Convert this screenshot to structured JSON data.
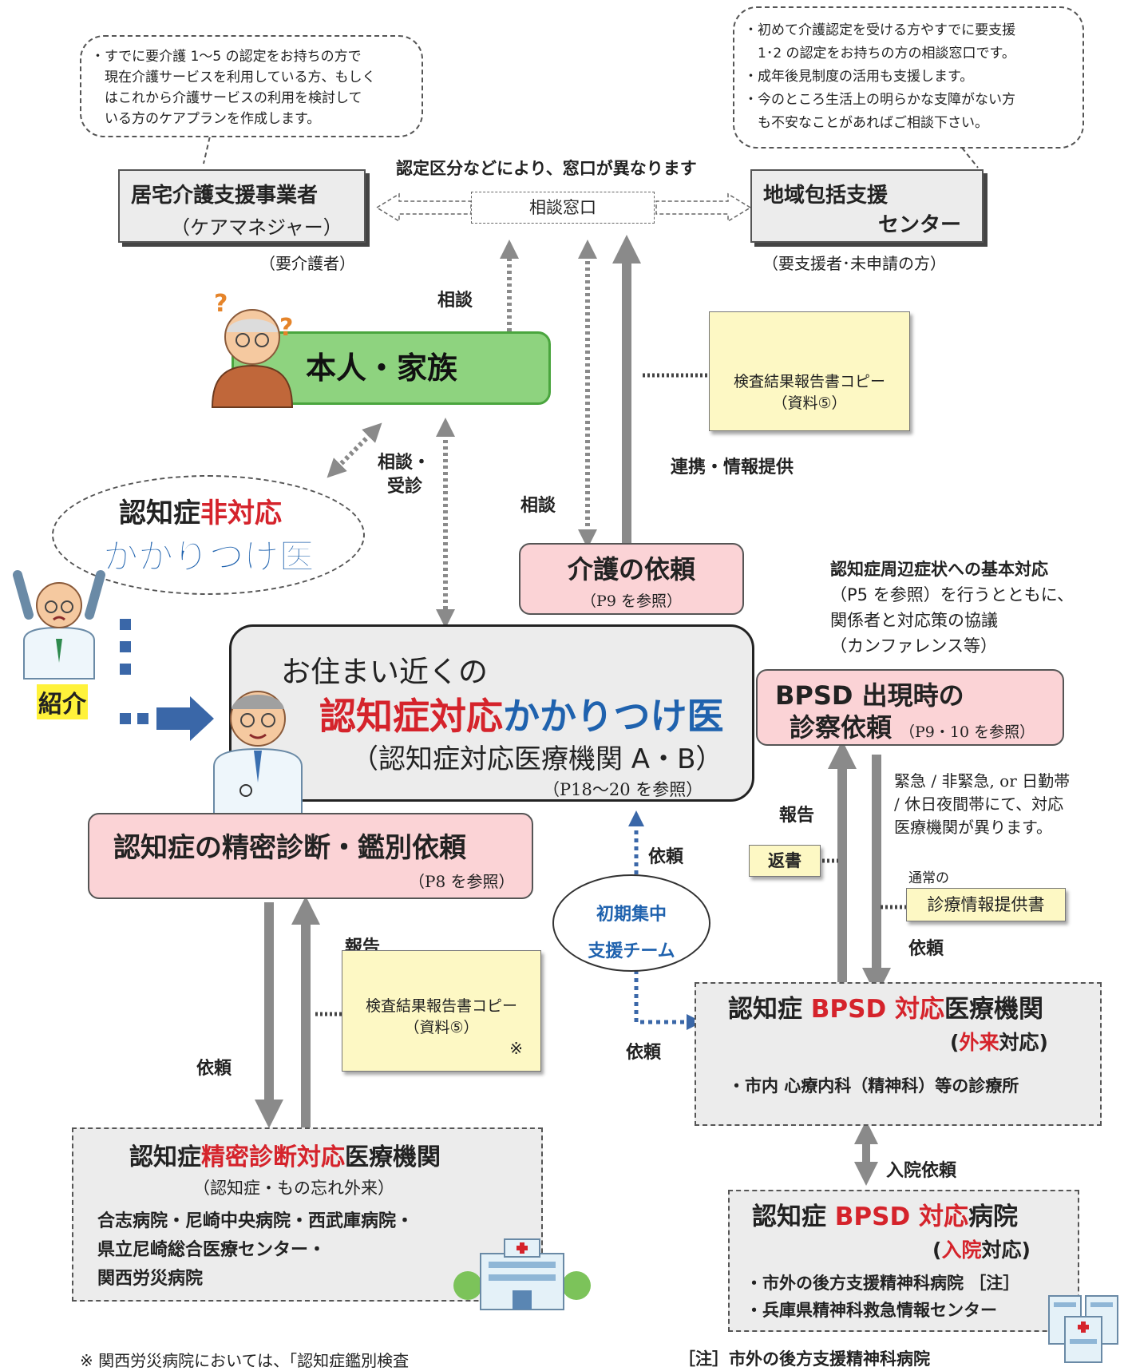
{
  "bubble_left": {
    "lines": [
      "・すでに要介護 1～5 の認定をお持ちの方で",
      "　現在介護サービスを利用している方、もしく",
      "　はこれから介護サービスの利用を検討して",
      "　いる方のケアプランを作成します。"
    ]
  },
  "bubble_right": {
    "lines": [
      "・初めて介護認定を受ける方やすでに要支援",
      "　1･2 の認定をお持ちの方の相談窓口です。",
      "・成年後見制度の活用も支援します。",
      "・今のところ生活上の明らかな支障がない方",
      "　も不安なことがあればご相談下さい。"
    ]
  },
  "care_office": {
    "title": "居宅介護支援事業者",
    "sub": "（ケアマネジャー）",
    "caption": "（要介護者）"
  },
  "consult_window": {
    "note": "認定区分などにより、窓口が異なります",
    "label": "相談窓口"
  },
  "comm_center": {
    "title_line1": "地域包括支援",
    "title_line2": "センター",
    "caption": "（要支援者･未申請の方）"
  },
  "family": {
    "label": "本人・家族",
    "consult": "相談"
  },
  "report_copy_top": {
    "line1": "検査結果報告書コピー",
    "line2": "（資料⑤）"
  },
  "cooperate": "連携・情報提供",
  "consult_mid": "相談",
  "consult_visit": {
    "line1": "相談・",
    "line2": "受診"
  },
  "non_doctor": {
    "line1_a": "認知症",
    "line1_b": "非対応",
    "line2": "かかりつけ医"
  },
  "referral": "紹介",
  "care_request": {
    "title": "介護の依頼",
    "ref": "（P9 を参照）"
  },
  "bpsd_basic": {
    "line1": "認知症周辺症状への基本対応",
    "line2": "（P5 を参照）を行うとともに、",
    "line3": "関係者と対応策の協議",
    "line4": "（カンファレンス等）"
  },
  "main_doctor": {
    "line1": "お住まい近くの",
    "line2_a": "認知症対応",
    "line2_b": "かかりつけ医",
    "line3": "（認知症対応医療機関 A・B）",
    "ref": "（P18～20 を参照）"
  },
  "bpsd_request": {
    "line1": "BPSD 出現時の",
    "line2": "診察依頼",
    "ref": "（P9・10 を参照）"
  },
  "detail_request": {
    "title": "認知症の精密診断・鑑別依頼",
    "ref": "（P8 を参照）"
  },
  "labels": {
    "request": "依頼",
    "report": "報告"
  },
  "initial_team": {
    "line1": "初期集中",
    "line2": "支援チーム"
  },
  "reply_note": "返書",
  "emergency_text": [
    "緊急 / 非緊急, or 日勤帯",
    "/ 休日夜間帯にて、対応",
    "医療機関が異ります。"
  ],
  "normal_label": "通常の",
  "referral_doc": "診療情報提供書",
  "report_copy_bottom": {
    "line1": "検査結果報告書コピー",
    "line2": "（資料⑤）",
    "mark": "※"
  },
  "precision_inst": {
    "title_a": "認知症",
    "title_b": "精密診断対応",
    "title_c": "医療機関",
    "sub": "（認知症・もの忘れ外来）",
    "hospitals": [
      "合志病院・尼崎中央病院・西武庫病院・",
      "県立尼崎総合医療センター・",
      "関西労災病院"
    ]
  },
  "bpsd_outpatient": {
    "title_a": "認知症 ",
    "title_b": "BPSD 対応",
    "title_c": "医療機関",
    "mode_a": "(",
    "mode_b": "外来",
    "mode_c": "対応)",
    "item": "・市内  心療内科（精神科）等の診療所"
  },
  "admission_request": "入院依頼",
  "bpsd_hospital": {
    "title_a": "認知症 ",
    "title_b": "BPSD 対応",
    "title_c": "病院",
    "mode_a": "(",
    "mode_b": "入院",
    "mode_c": "対応)",
    "items": [
      "・市外の後方支援精神科病院 ［注］",
      "・兵庫県精神科救急情報センター"
    ]
  },
  "footnote_left": "※  関西労災病院においては、「認知症鑑別検査",
  "footnote_right": "［注］市外の後方支援精神科病院",
  "colors": {
    "red": "#d5232b",
    "blue": "#1f62ae",
    "pink": "#fbd3d6",
    "green": "#8ed37f",
    "note": "#fdf8c4"
  }
}
